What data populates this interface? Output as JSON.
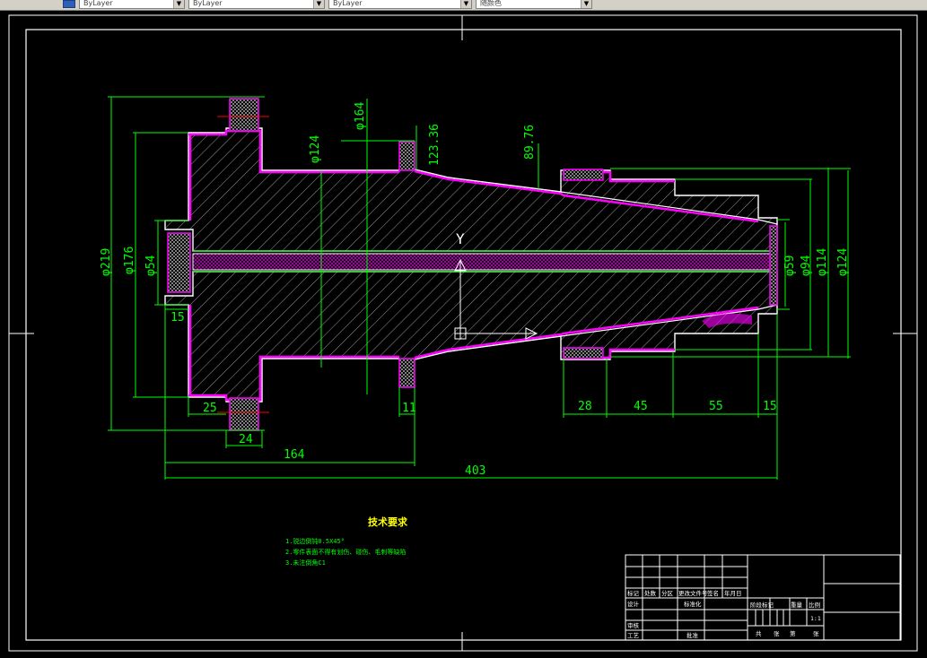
{
  "toolbar": {
    "combo1": "ByLayer",
    "combo2": "ByLayer",
    "combo3": "ByLayer",
    "combo4": "随颜色"
  },
  "drawing": {
    "dims_vertical": {
      "d219": "φ219",
      "d176": "φ176",
      "d54": "φ54",
      "d124a": "φ124",
      "d164": "φ164",
      "d123": "123.36",
      "d89": "89.76",
      "d59": "φ59",
      "d94": "φ94",
      "d114": "φ114",
      "d124b": "φ124"
    },
    "dims_horizontal": {
      "d15a": "15",
      "d25": "25",
      "d24": "24",
      "d11": "11",
      "d164h": "164",
      "d403": "403",
      "d28": "28",
      "d45": "45",
      "d55": "55",
      "d15b": "15"
    },
    "ucs_label": "Y"
  },
  "notes": {
    "title": "技术要求",
    "lines": [
      "1.锐边倒钝0.5X45°",
      "2.零件表面不得有划伤、碰伤、毛刺等缺陷",
      "3.未注倒角C1"
    ]
  },
  "title_block": {
    "row_labels": [
      "标记",
      "处数",
      "分区",
      "更改文件号",
      "签名",
      "年月日"
    ],
    "design": "设计",
    "standard": "标准化",
    "audit": "审核",
    "process": "工艺",
    "approve": "批准",
    "stage_label": "阶段标记",
    "weight_label": "重量",
    "scale_label": "比例",
    "scale_value": "1:1",
    "sheet_total": "共",
    "sheet_label": "张",
    "sheet_no": "第",
    "sheet_label2": "张"
  },
  "colors": {
    "background": "#000000",
    "outline": "#ffffff",
    "dimension": "#00ff00",
    "section": "#ff00ff",
    "notes": "#00ff00",
    "notes_title": "#ffff00",
    "center": "#ff0000"
  }
}
